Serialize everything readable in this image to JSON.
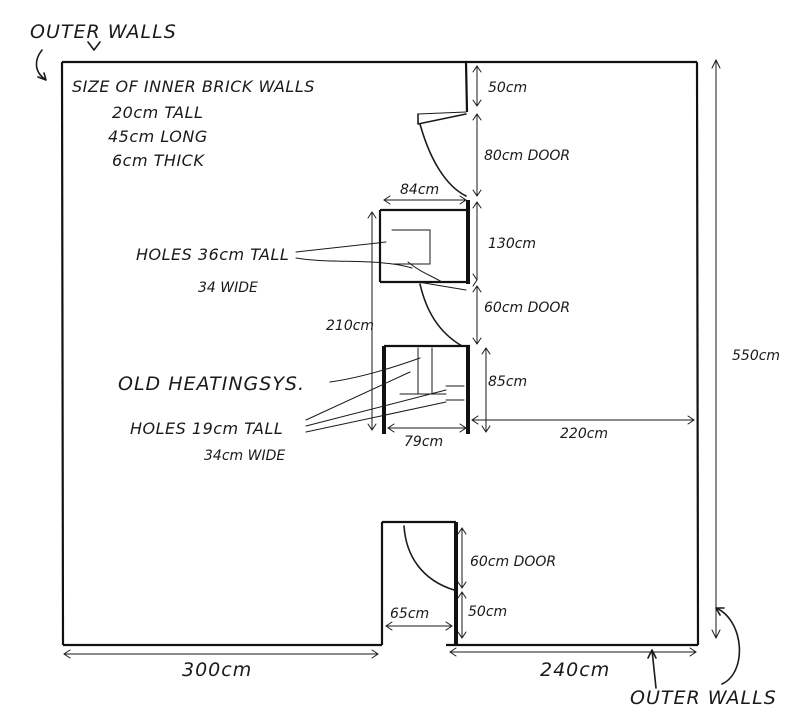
{
  "labels": {
    "outer_walls_top": "OUTER WALLS",
    "outer_walls_bottom": "OUTER WALLS",
    "size_heading": "SIZE OF INNER BRICK WALLS",
    "size_tall": "20cm TALL",
    "size_long": "45cm LONG",
    "size_thick": "6cm THICK",
    "holes_upper_line1": "HOLES 36cm TALL",
    "holes_upper_line2": "34 WIDE",
    "old_heating": "OLD HEATINGSYS.",
    "holes_lower_line1": "HOLES 19cm TALL",
    "holes_lower_line2": "34cm WIDE"
  },
  "dimensions": {
    "top_gap": "50cm",
    "door_top": "80cm DOOR",
    "width_84": "84cm",
    "len_130": "130cm",
    "door_mid": "60cm DOOR",
    "len_210": "210cm",
    "len_85": "85cm",
    "width_79": "79cm",
    "width_220": "220cm",
    "height_550": "550cm",
    "door_bottom": "60cm DOOR",
    "len_50_bottom": "50cm",
    "width_65": "65cm",
    "width_300": "300cm",
    "width_240": "240cm"
  }
}
